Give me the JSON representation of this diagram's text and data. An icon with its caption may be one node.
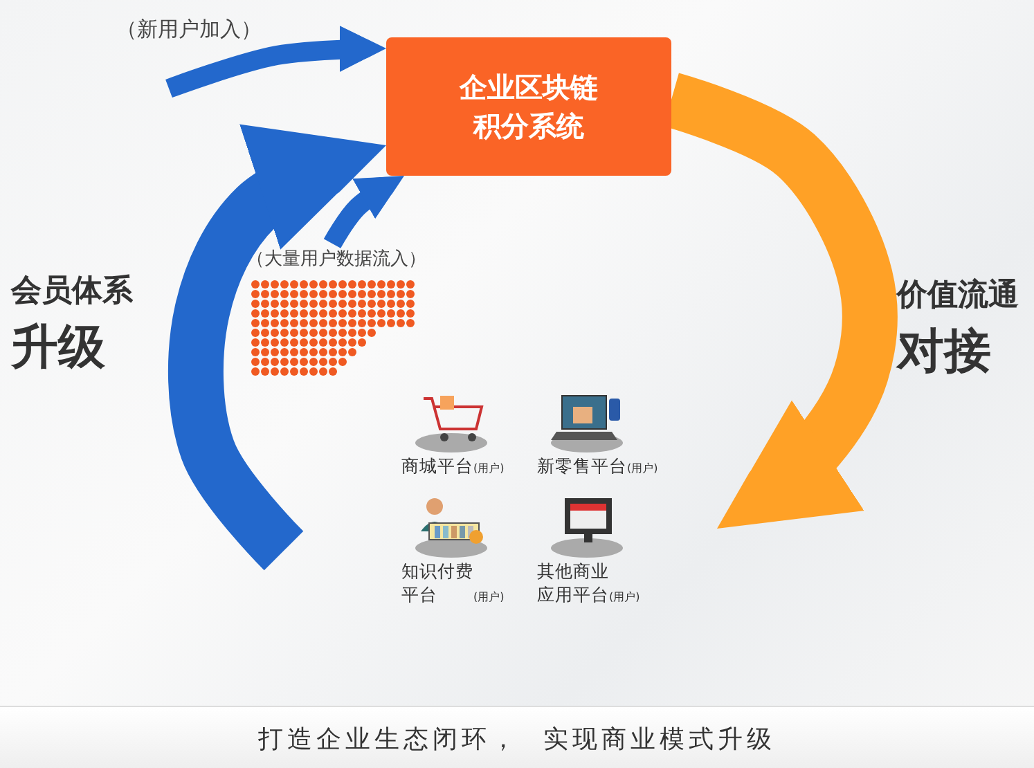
{
  "diagram": {
    "caption": "打造企业生态闭环，  实现商业模式升级",
    "nodes": [
      {
        "text": [
          "企业区块链积分系统"
        ]
      },
      {
        "text": [
          "（大量用户数据流入）"
        ]
      },
      {
        "text": [
          "商城平台",
          "(用户)"
        ]
      },
      {
        "text": [
          "新零售平台",
          "(用户)"
        ]
      },
      {
        "text": [
          "知识付费平台",
          "(用户)"
        ]
      },
      {
        "text": [
          "其他商业应用平台",
          "(用户)"
        ]
      }
    ],
    "edges": [
      {
        "from": null,
        "to": 0,
        "arrow": "to",
        "label": "（新用户加入）"
      },
      {
        "from": 1,
        "to": 0,
        "arrow": "to"
      },
      {
        "from": null,
        "to": 0,
        "arrow": "to",
        "style": "thick"
      },
      {
        "from": 0,
        "to": 3,
        "arrow": "to",
        "style": "thick",
        "color": "#ffa126"
      }
    ],
    "labels": [
      "会员体系",
      "升级",
      "价值流通",
      "对接"
    ]
  }
}
